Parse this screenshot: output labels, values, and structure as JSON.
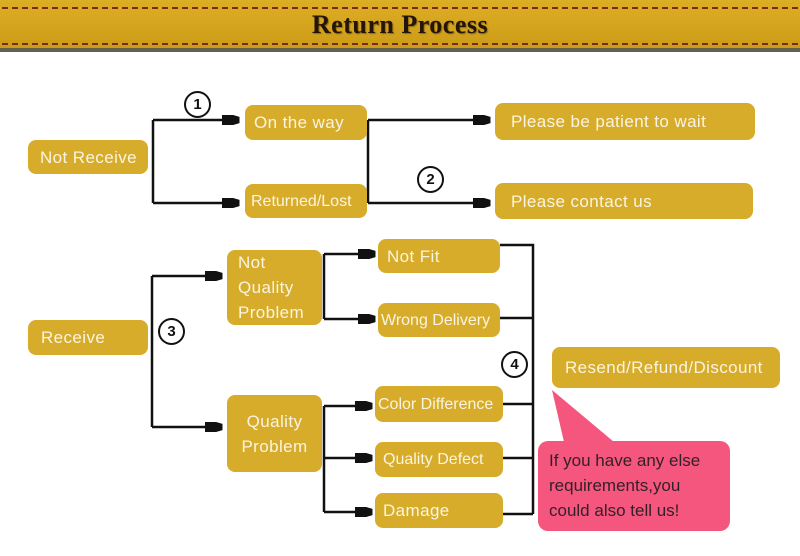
{
  "header": {
    "title": "Return Process"
  },
  "colors": {
    "banner_bg": "#d5a41e",
    "banner_stitch": "#7c2812",
    "banner_edge": "#62624a",
    "banner_title": "#231507",
    "node_bg": "#d8ac2b",
    "node_text": "#faf4e0",
    "wire": "#111111",
    "bubble_bg": "#f4567e",
    "bubble_text": "#331f28",
    "canvas": "#ffffff"
  },
  "nodes": {
    "not_receive": "Not Receive",
    "on_the_way": "On the way",
    "returned_lost": "Returned/Lost",
    "wait": "Please be patient to wait",
    "contact": "Please contact us",
    "receive": "Receive",
    "not_quality_problem": "Not Quality Problem",
    "quality_problem": "Quality Problem",
    "not_fit": "Not Fit",
    "wrong_delivery": "Wrong Delivery",
    "color_difference": "Color Difference",
    "quality_defect": "Quality Defect",
    "damage": "Damage",
    "resend": "Resend/Refund/Discount"
  },
  "badges": {
    "b1": "1",
    "b2": "2",
    "b3": "3",
    "b4": "4"
  },
  "bubble": {
    "line1": "If you have any else",
    "line2": "requirements,you",
    "line3": "could also tell us!"
  }
}
